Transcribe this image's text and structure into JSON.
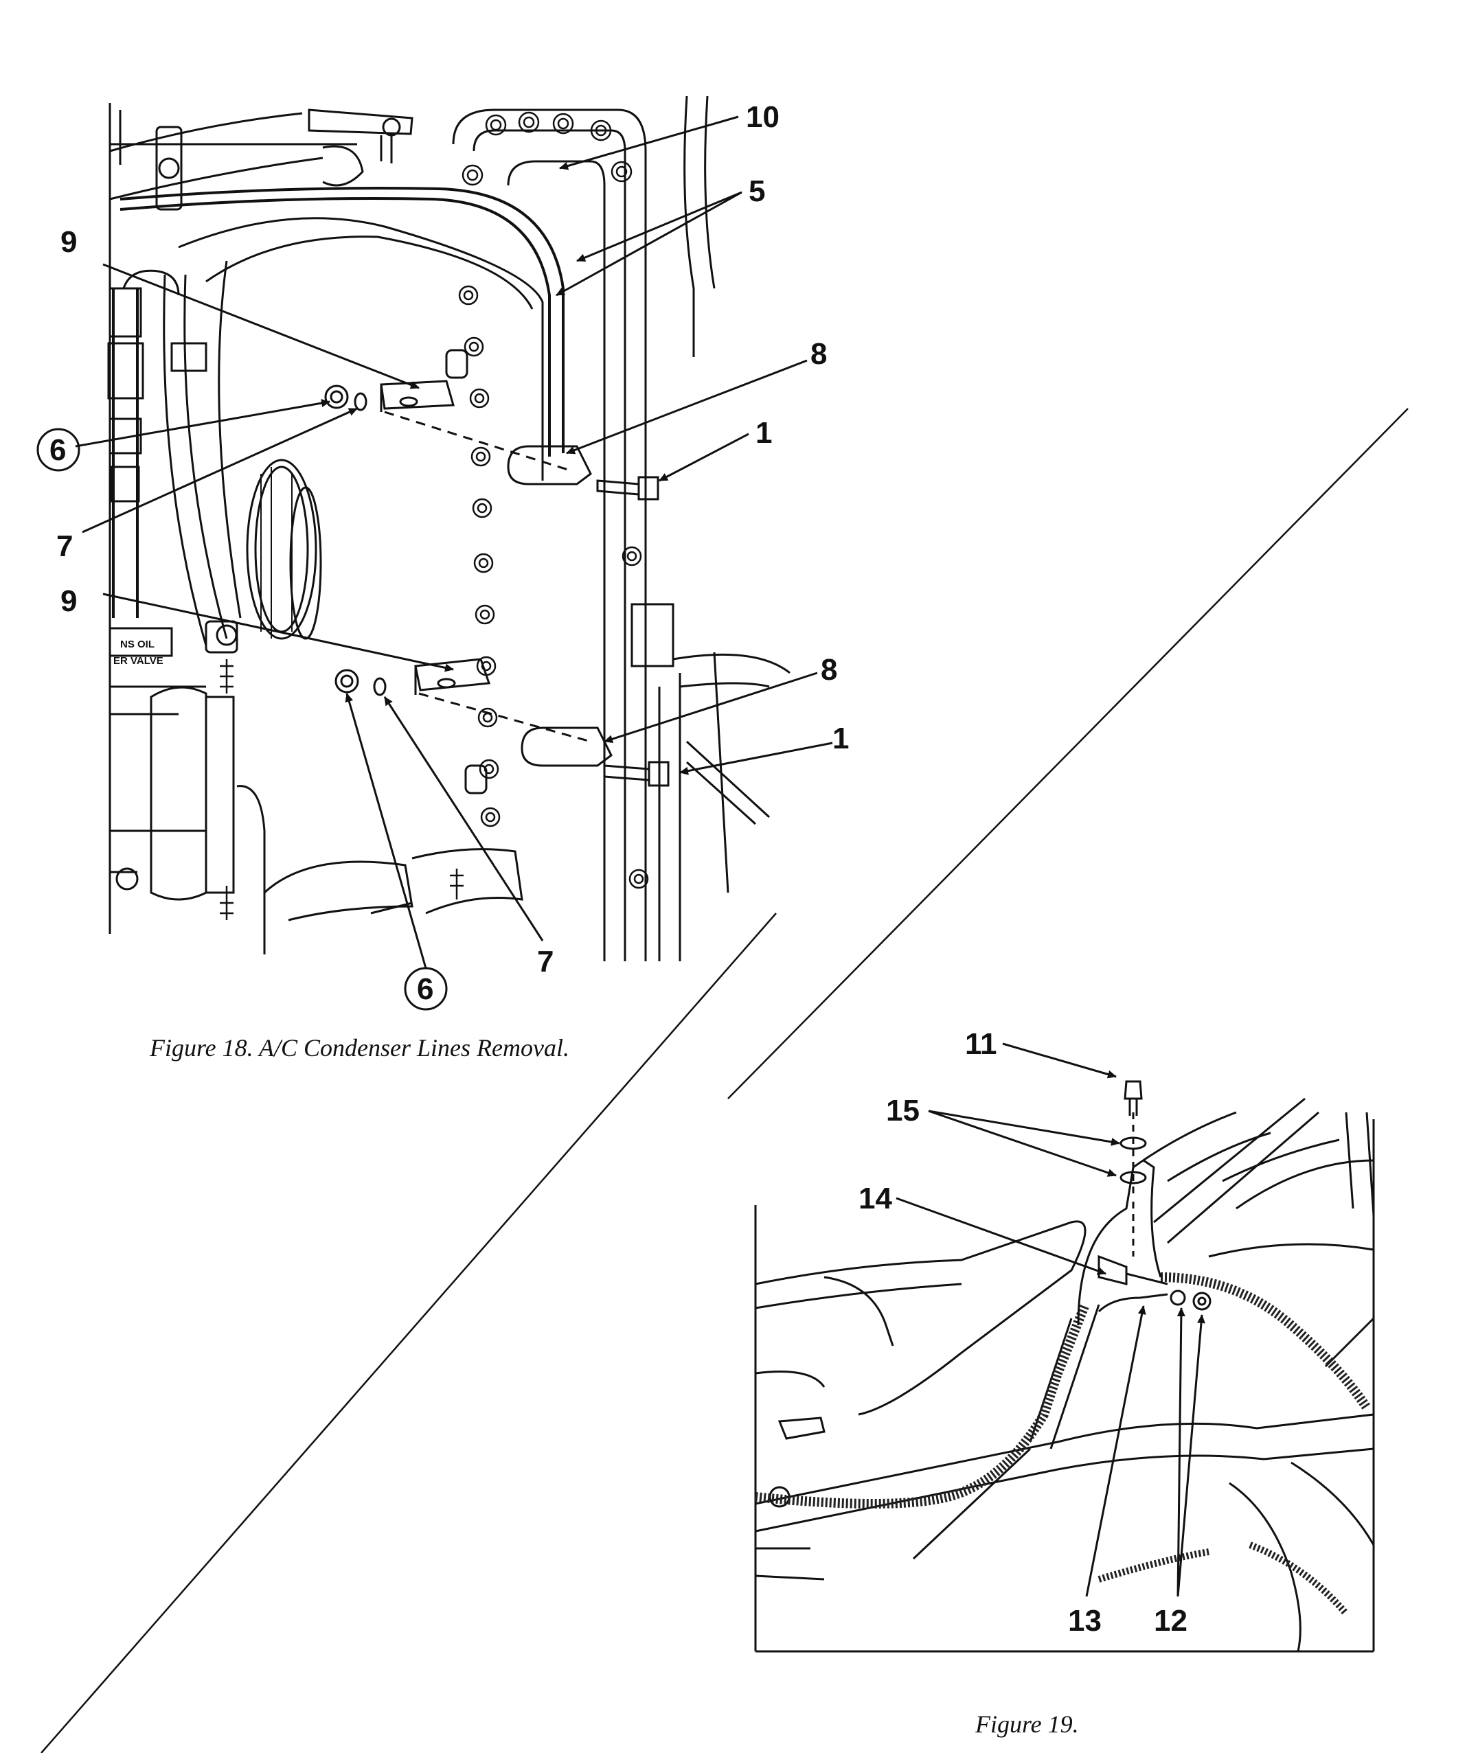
{
  "figure18": {
    "caption": "Figure 18.  A/C Condenser Lines Removal.",
    "callouts": [
      "10",
      "5",
      "9",
      "8",
      "1",
      "6",
      "7",
      "9",
      "8",
      "1",
      "6",
      "7"
    ],
    "embedded_text": [
      "NS OIL",
      "ER VALVE"
    ]
  },
  "figure19": {
    "caption": "Figure 19.",
    "callouts": [
      "11",
      "15",
      "14",
      "13",
      "12"
    ]
  }
}
